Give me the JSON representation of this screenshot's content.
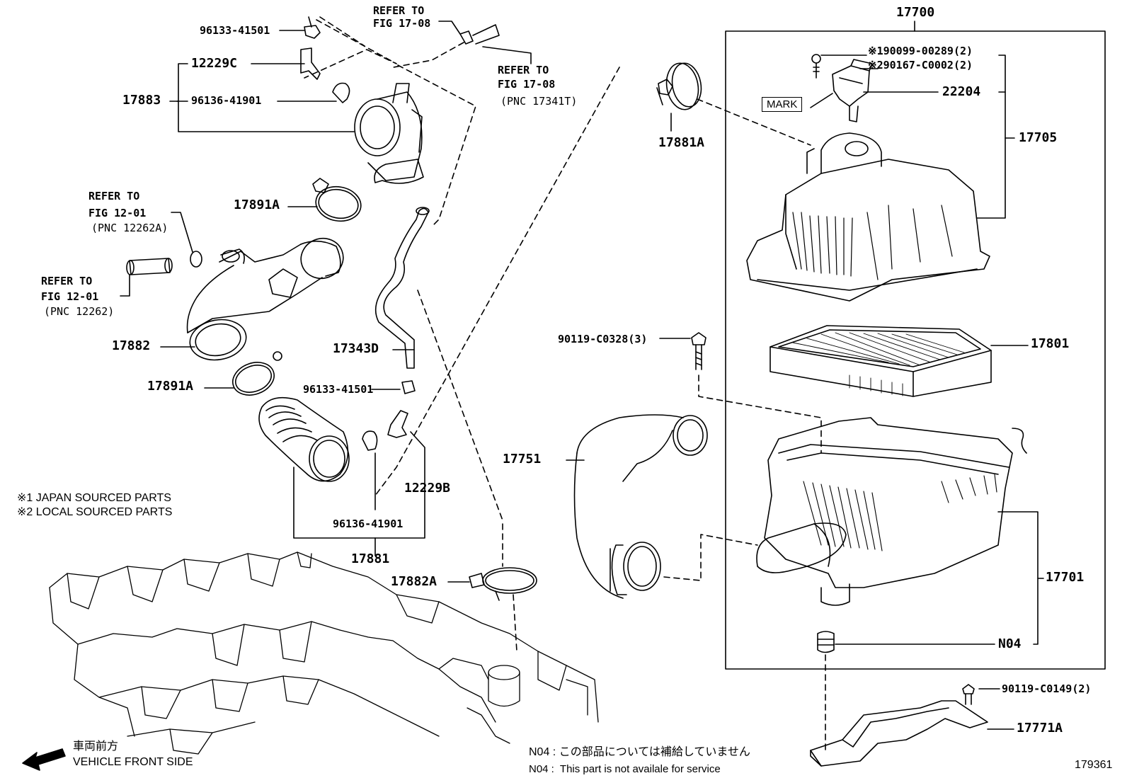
{
  "parts": {
    "p17700": "17700",
    "p17883": "17883",
    "p12229C": "12229C",
    "p96133_41501_top": "96133-41501",
    "p96136_41901_top": "96136-41901",
    "p17891A_top": "17891A",
    "p17882": "17882",
    "p17891A_bottom": "17891A",
    "p17343D": "17343D",
    "p96133_41501_mid": "96133-41501",
    "p12229B": "12229B",
    "p96136_41901_bottom": "96136-41901",
    "p17881": "17881",
    "p17882A": "17882A",
    "p17881A": "17881A",
    "p190099": "※190099-00289(2)",
    "p290167": "※290167-C0002(2)",
    "p22204": "22204",
    "p17705": "17705",
    "p17801": "17801",
    "p90119_C0328": "90119-C0328(3)",
    "p17751": "17751",
    "p17701": "17701",
    "pN04": "N04",
    "p90119_C0149": "90119-C0149(2)",
    "p17771A": "17771A",
    "mark": "MARK",
    "figure_number": "179361"
  },
  "refers": {
    "r1_line1": "REFER TO",
    "r1_line2": "FIG 17-08",
    "r2_line1": "REFER TO",
    "r2_line2": "FIG 17-08",
    "r2_line3": "(PNC 17341T)",
    "r3_line1": "REFER TO",
    "r3_line2": "FIG 12-01",
    "r3_line3": "(PNC 12262A)",
    "r4_line1": "REFER TO",
    "r4_line2": "FIG 12-01",
    "r4_line3": "(PNC 12262)"
  },
  "notes": {
    "japan_sourced": "※1 JAPAN SOURCED PARTS",
    "local_sourced": "※2 LOCAL SOURCED PARTS",
    "front_jp": "車両前方",
    "front_en": "VEHICLE FRONT SIDE",
    "n04_jp": "N04 : この部品については補給していません",
    "n04_en": "N04 :  This part is not availale for service"
  }
}
